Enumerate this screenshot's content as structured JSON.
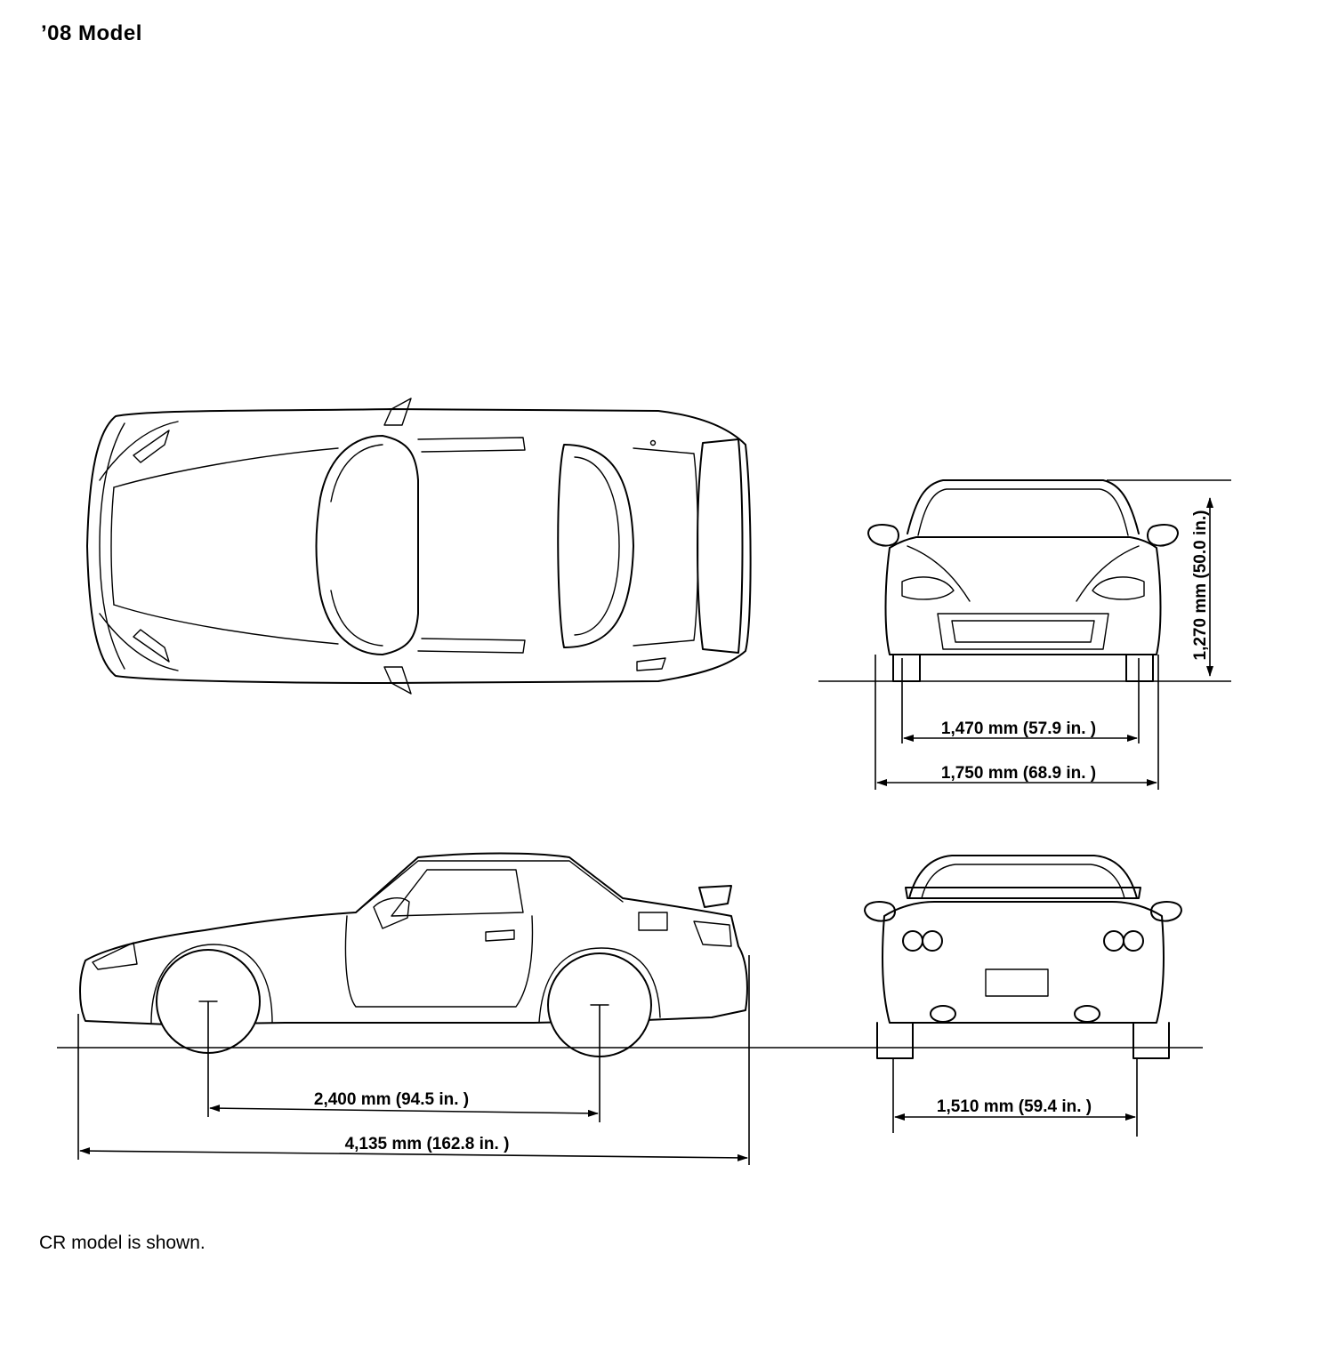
{
  "title": "’08 Model",
  "caption": "CR model is shown.",
  "dimensions": {
    "overall_height": "1,270 mm (50.0 in.)",
    "front_tread": "1,470 mm (57.9 in. )",
    "overall_width": "1,750 mm (68.9 in. )",
    "wheelbase": "2,400 mm (94.5 in. )",
    "overall_length": "4,135 mm (162.8 in. )",
    "rear_tread": "1,510 mm (59.4 in. )"
  },
  "views": [
    "top",
    "front",
    "side",
    "rear"
  ]
}
